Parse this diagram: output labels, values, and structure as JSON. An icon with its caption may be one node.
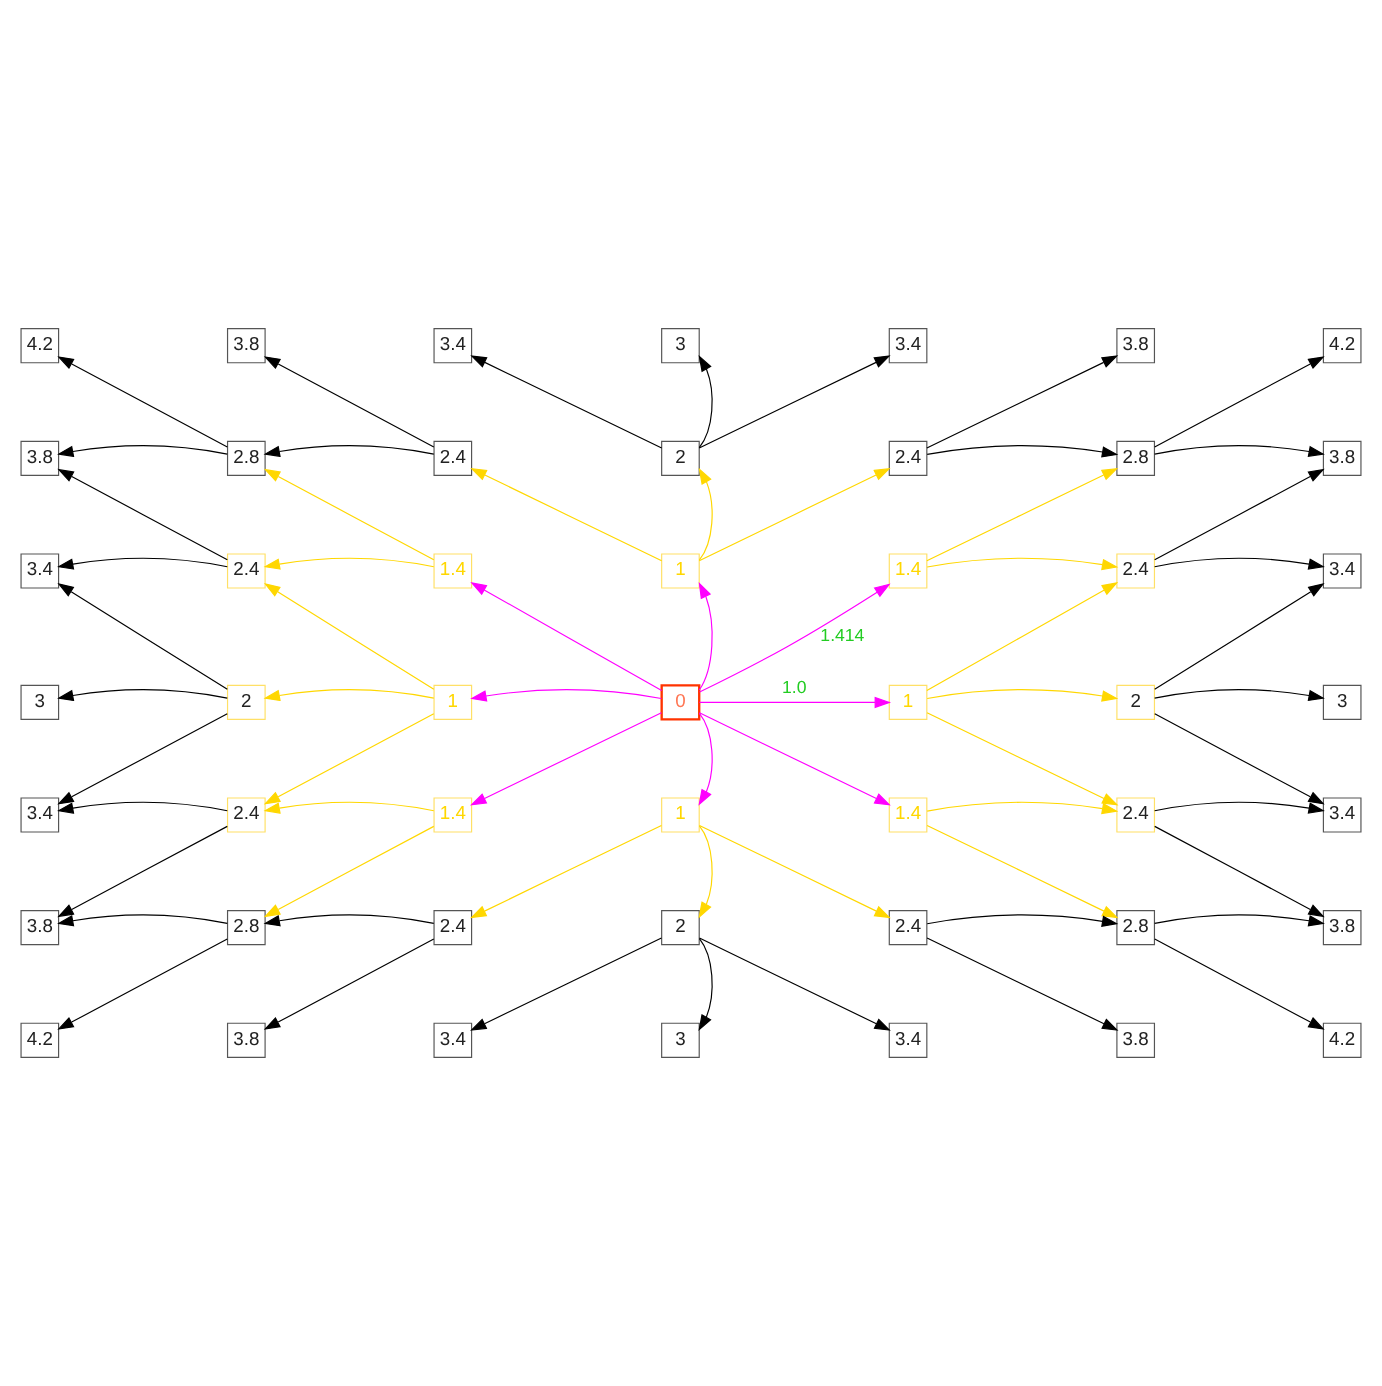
{
  "diagram": {
    "nodes": [
      {
        "text": [
          "4.2"
        ]
      },
      {
        "text": [
          "3.8"
        ]
      },
      {
        "text": [
          "3.4"
        ]
      },
      {
        "text": [
          "3"
        ]
      },
      {
        "text": [
          "3.4"
        ]
      },
      {
        "text": [
          "3.8"
        ]
      },
      {
        "text": [
          "4.2"
        ]
      },
      {
        "text": [
          "3.8"
        ]
      },
      {
        "text": [
          "2.8"
        ]
      },
      {
        "text": [
          "2.4"
        ]
      },
      {
        "text": [
          "2"
        ]
      },
      {
        "text": [
          "2.4"
        ]
      },
      {
        "text": [
          "2.8"
        ]
      },
      {
        "text": [
          "3.8"
        ]
      },
      {
        "text": [
          "3.4"
        ]
      },
      {
        "text": [
          "2.4"
        ]
      },
      {
        "text": [
          "1.4"
        ]
      },
      {
        "text": [
          "1"
        ]
      },
      {
        "text": [
          "1.4"
        ]
      },
      {
        "text": [
          "2.4"
        ]
      },
      {
        "text": [
          "3.4"
        ]
      },
      {
        "text": [
          "3"
        ]
      },
      {
        "text": [
          "2"
        ]
      },
      {
        "text": [
          "1"
        ]
      },
      {
        "text": [
          "0"
        ]
      },
      {
        "text": [
          "1"
        ]
      },
      {
        "text": [
          "2"
        ]
      },
      {
        "text": [
          "3"
        ]
      },
      {
        "text": [
          "3.4"
        ]
      },
      {
        "text": [
          "2.4"
        ]
      },
      {
        "text": [
          "1.4"
        ]
      },
      {
        "text": [
          "1"
        ]
      },
      {
        "text": [
          "1.4"
        ]
      },
      {
        "text": [
          "2.4"
        ]
      },
      {
        "text": [
          "3.4"
        ]
      },
      {
        "text": [
          "3.8"
        ]
      },
      {
        "text": [
          "2.8"
        ]
      },
      {
        "text": [
          "2.4"
        ]
      },
      {
        "text": [
          "2"
        ]
      },
      {
        "text": [
          "2.4"
        ]
      },
      {
        "text": [
          "2.8"
        ]
      },
      {
        "text": [
          "3.8"
        ]
      },
      {
        "text": [
          "4.2"
        ]
      },
      {
        "text": [
          "3.8"
        ]
      },
      {
        "text": [
          "3.4"
        ]
      },
      {
        "text": [
          "3"
        ]
      },
      {
        "text": [
          "3.4"
        ]
      },
      {
        "text": [
          "3.8"
        ]
      },
      {
        "text": [
          "4.2"
        ]
      }
    ],
    "edges": [
      {
        "from": 24,
        "to": 17,
        "arrow": "to",
        "color": "#ff00ff"
      },
      {
        "from": 24,
        "to": 16,
        "arrow": "to",
        "color": "#ff00ff"
      },
      {
        "from": 24,
        "to": 18,
        "arrow": "to",
        "color": "#ff00ff",
        "label": "1.414"
      },
      {
        "from": 24,
        "to": 23,
        "arrow": "to",
        "color": "#ff00ff"
      },
      {
        "from": 24,
        "to": 25,
        "arrow": "to",
        "color": "#ff00ff",
        "label": "1.0"
      },
      {
        "from": 24,
        "to": 30,
        "arrow": "to",
        "color": "#ff00ff"
      },
      {
        "from": 24,
        "to": 31,
        "arrow": "to",
        "color": "#ff00ff"
      },
      {
        "from": 24,
        "to": 32,
        "arrow": "to",
        "color": "#ff00ff"
      },
      {
        "from": 17,
        "to": 10,
        "arrow": "to",
        "color": "#ffd700"
      },
      {
        "from": 17,
        "to": 9,
        "arrow": "to",
        "color": "#ffd700"
      },
      {
        "from": 17,
        "to": 11,
        "arrow": "to",
        "color": "#ffd700"
      },
      {
        "from": 16,
        "to": 8,
        "arrow": "to",
        "color": "#ffd700"
      },
      {
        "from": 16,
        "to": 15,
        "arrow": "to",
        "color": "#ffd700"
      },
      {
        "from": 18,
        "to": 12,
        "arrow": "to",
        "color": "#ffd700"
      },
      {
        "from": 18,
        "to": 19,
        "arrow": "to",
        "color": "#ffd700"
      },
      {
        "from": 23,
        "to": 22,
        "arrow": "to",
        "color": "#ffd700"
      },
      {
        "from": 23,
        "to": 15,
        "arrow": "to",
        "color": "#ffd700"
      },
      {
        "from": 23,
        "to": 29,
        "arrow": "to",
        "color": "#ffd700"
      },
      {
        "from": 25,
        "to": 26,
        "arrow": "to",
        "color": "#ffd700"
      },
      {
        "from": 25,
        "to": 19,
        "arrow": "to",
        "color": "#ffd700"
      },
      {
        "from": 25,
        "to": 33,
        "arrow": "to",
        "color": "#ffd700"
      },
      {
        "from": 30,
        "to": 29,
        "arrow": "to",
        "color": "#ffd700"
      },
      {
        "from": 30,
        "to": 36,
        "arrow": "to",
        "color": "#ffd700"
      },
      {
        "from": 31,
        "to": 38,
        "arrow": "to",
        "color": "#ffd700"
      },
      {
        "from": 31,
        "to": 37,
        "arrow": "to",
        "color": "#ffd700"
      },
      {
        "from": 31,
        "to": 39,
        "arrow": "to",
        "color": "#ffd700"
      },
      {
        "from": 32,
        "to": 33,
        "arrow": "to",
        "color": "#ffd700"
      },
      {
        "from": 32,
        "to": 40,
        "arrow": "to",
        "color": "#ffd700"
      },
      {
        "from": 10,
        "to": 3,
        "arrow": "to"
      },
      {
        "from": 10,
        "to": 2,
        "arrow": "to"
      },
      {
        "from": 10,
        "to": 4,
        "arrow": "to"
      },
      {
        "from": 9,
        "to": 8,
        "arrow": "to"
      },
      {
        "from": 9,
        "to": 1,
        "arrow": "to"
      },
      {
        "from": 8,
        "to": 7,
        "arrow": "to"
      },
      {
        "from": 8,
        "to": 0,
        "arrow": "to"
      },
      {
        "from": 11,
        "to": 12,
        "arrow": "to"
      },
      {
        "from": 11,
        "to": 5,
        "arrow": "to"
      },
      {
        "from": 12,
        "to": 13,
        "arrow": "to"
      },
      {
        "from": 12,
        "to": 6,
        "arrow": "to"
      },
      {
        "from": 15,
        "to": 14,
        "arrow": "to"
      },
      {
        "from": 15,
        "to": 7,
        "arrow": "to"
      },
      {
        "from": 22,
        "to": 21,
        "arrow": "to"
      },
      {
        "from": 22,
        "to": 14,
        "arrow": "to"
      },
      {
        "from": 22,
        "to": 28,
        "arrow": "to"
      },
      {
        "from": 19,
        "to": 20,
        "arrow": "to"
      },
      {
        "from": 19,
        "to": 13,
        "arrow": "to"
      },
      {
        "from": 26,
        "to": 27,
        "arrow": "to"
      },
      {
        "from": 26,
        "to": 20,
        "arrow": "to"
      },
      {
        "from": 26,
        "to": 34,
        "arrow": "to"
      },
      {
        "from": 29,
        "to": 28,
        "arrow": "to"
      },
      {
        "from": 29,
        "to": 35,
        "arrow": "to"
      },
      {
        "from": 33,
        "to": 34,
        "arrow": "to"
      },
      {
        "from": 33,
        "to": 41,
        "arrow": "to"
      },
      {
        "from": 36,
        "to": 35,
        "arrow": "to"
      },
      {
        "from": 36,
        "to": 42,
        "arrow": "to"
      },
      {
        "from": 37,
        "to": 36,
        "arrow": "to"
      },
      {
        "from": 37,
        "to": 43,
        "arrow": "to"
      },
      {
        "from": 38,
        "to": 45,
        "arrow": "to"
      },
      {
        "from": 38,
        "to": 44,
        "arrow": "to"
      },
      {
        "from": 38,
        "to": 46,
        "arrow": "to"
      },
      {
        "from": 39,
        "to": 40,
        "arrow": "to"
      },
      {
        "from": 39,
        "to": 47,
        "arrow": "to"
      },
      {
        "from": 40,
        "to": 41,
        "arrow": "to"
      },
      {
        "from": 40,
        "to": 48,
        "arrow": "to"
      }
    ]
  }
}
